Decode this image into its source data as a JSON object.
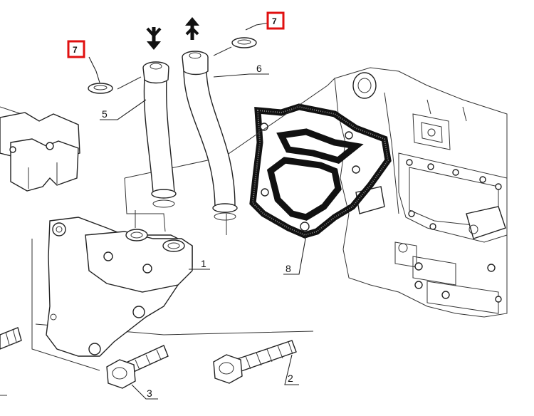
{
  "colors": {
    "line": "#222222",
    "badge_border": "#e01010",
    "background": "#ffffff",
    "gasket": "#111111"
  },
  "callouts": [
    {
      "id": "1",
      "text": "1"
    },
    {
      "id": "2",
      "text": "2"
    },
    {
      "id": "3",
      "text": "3"
    },
    {
      "id": "5",
      "text": "5"
    },
    {
      "id": "6",
      "text": "6"
    },
    {
      "id": "8",
      "text": "8"
    }
  ],
  "badges": [
    {
      "id": "7a",
      "text": "7"
    },
    {
      "id": "7b",
      "text": "7"
    }
  ],
  "arrows": [
    {
      "id": "flow-in",
      "icon": "arrow-down-icon"
    },
    {
      "id": "flow-out",
      "icon": "arrow-up-icon"
    }
  ]
}
